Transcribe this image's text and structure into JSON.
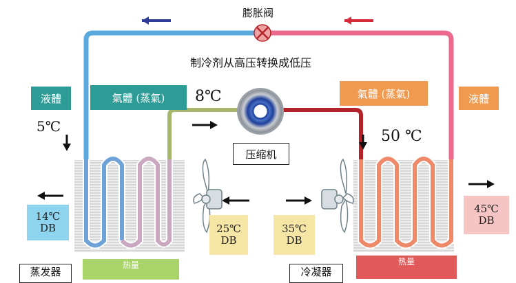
{
  "colors": {
    "cold_pipe": "#5aa9de",
    "hot_pipe": "#ec6b8d",
    "suction_pipe": "#a7b86d",
    "discharge_pipe": "#b4232a",
    "flow_arrow_top_left": "#2f3c9a",
    "flow_arrow_top_right": "#d42a3a",
    "liquid_tag": "#2e9c96",
    "evap_gas_tag": "#2e9c96",
    "cond_gas_tag": "#f09a4f",
    "cold_box": "#8fd4ef",
    "fan_box": "#f6e6a6",
    "hot_box": "#f6c5c3",
    "bottom_green": "#a9d46a",
    "bottom_red": "#e05a5a"
  },
  "labels": {
    "expansion_valve": "膨胀阀",
    "note": "制冷剂从高压转换成低压",
    "liquid_left": "液體",
    "gas_left": "氣體 (蒸氣)",
    "temp_8": "8℃",
    "temp_5": "5℃",
    "gas_right": "氣體 (蒸氣)",
    "liquid_right": "液體",
    "temp_50": "50 ℃",
    "compressor": "压缩机",
    "box_14": {
      "temp": "14℃",
      "db": "DB"
    },
    "box_25": {
      "temp": "25℃",
      "db": "DB"
    },
    "box_35": {
      "temp": "35℃",
      "db": "DB"
    },
    "box_45": {
      "temp": "45℃",
      "db": "DB"
    },
    "evaporator": "蒸发器",
    "condenser": "冷凝器",
    "bottom_green": "热量",
    "bottom_red": "热量"
  },
  "icons": {
    "valve": "expansion-valve-icon",
    "compressor": "compressor-icon",
    "fan": "fan-icon",
    "arrow": "arrow-icon"
  }
}
